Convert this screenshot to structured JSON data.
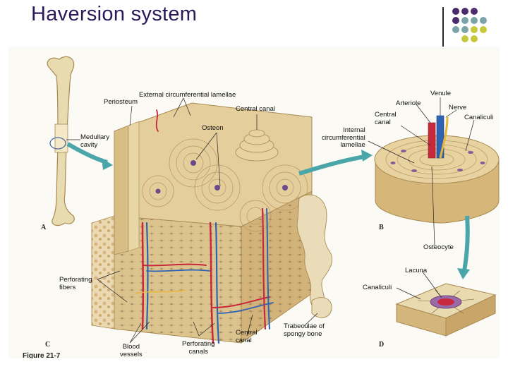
{
  "slide": {
    "title": "Haversion system"
  },
  "figure": {
    "panels": {
      "a": "A",
      "b": "B",
      "c": "C",
      "d": "D"
    },
    "caption": "Figure 21-7",
    "labels": {
      "external_lamellae": "External circumferential lamellae",
      "periosteum": "Periosteum",
      "central_canal_top": "Central canal",
      "osteon": "Osteon",
      "medullary_cavity": "Medullary\ncavity",
      "perforating_fibers": "Perforating\nfibers",
      "blood_vessels": "Blood\nvessels",
      "perforating_canals": "Perforating\ncanals",
      "central_canal_bottom": "Central\ncanal",
      "trabeculae": "Trabeculae of\nspongy bone",
      "venule": "Venule",
      "arteriole": "Arteriole",
      "nerve": "Nerve",
      "central_canal_b": "Central\ncanal",
      "canaliculi_b": "Canaliculi",
      "internal_lamellae": "Internal\ncircumferential\nlamellae",
      "osteocyte": "Osteocyte",
      "lacuna": "Lacuna",
      "canaliculi_d": "Canaliculi"
    }
  },
  "colors": {
    "title": "#2a1a5a",
    "dot_purple": "#4a2c6e",
    "dot_teal": "#7aa4a8",
    "dot_yellow": "#c8c83c",
    "bone": "#e4cf9c",
    "bone_dark": "#c8a66a",
    "artery": "#c8283c",
    "vein": "#2f64b4",
    "nerve": "#e8b43c",
    "arrow": "#4aa6a8"
  }
}
